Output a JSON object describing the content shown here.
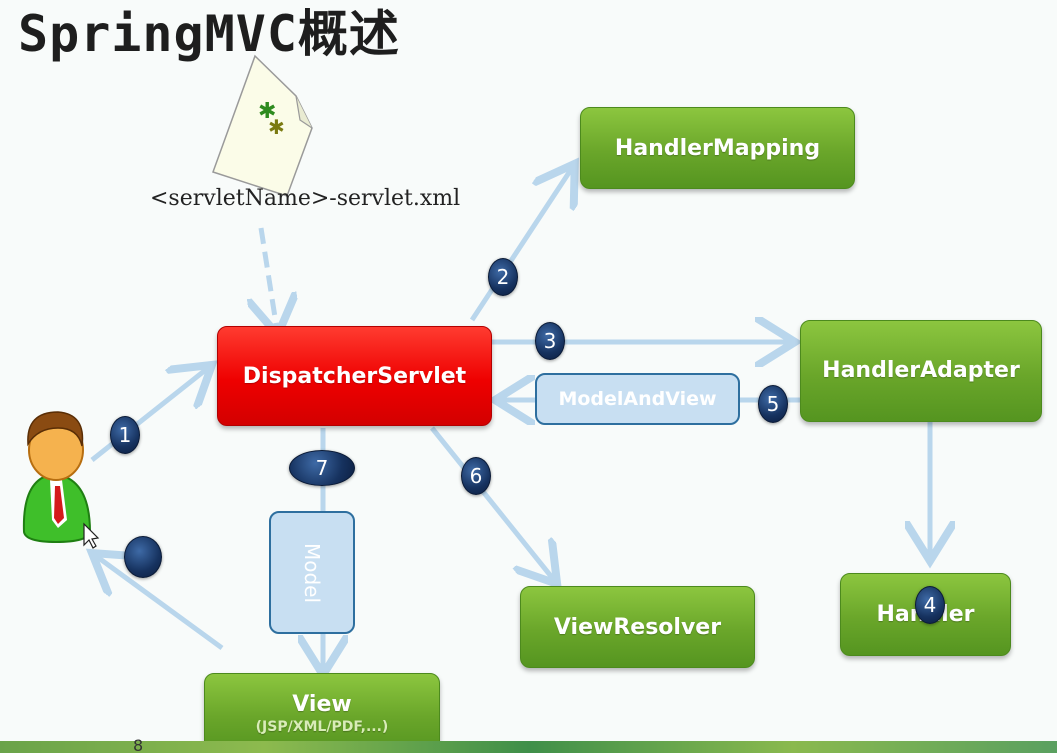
{
  "title": "SpringMVC概述",
  "config_file": "<servletName>-servlet.xml",
  "nodes": {
    "dispatcher": "DispatcherServlet",
    "handler_mapping": "HandlerMapping",
    "handler_adapter": "HandlerAdapter",
    "handler": "Handler",
    "view_resolver": "ViewResolver",
    "view": "View",
    "view_sub": "(JSP/XML/PDF,...)",
    "model_and_view": "ModelAndView",
    "model": "Model"
  },
  "steps": [
    "1",
    "2",
    "3",
    "4",
    "5",
    "6",
    "7"
  ],
  "page_number": "8",
  "colors": {
    "green": "#6aa62a",
    "red": "#ee0000",
    "arrow": "#b9d6ec",
    "badge": "#16325f"
  }
}
